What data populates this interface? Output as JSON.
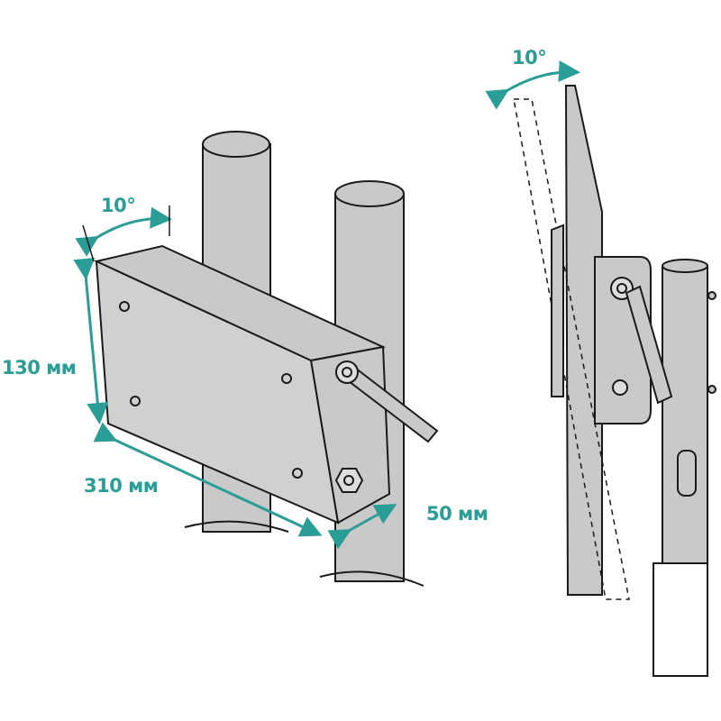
{
  "labels": {
    "height": "130 мм",
    "width": "310 мм",
    "depth": "50 мм",
    "tilt_front": "10°",
    "tilt_side": "10°"
  },
  "colors": {
    "accent": "#2a9d96",
    "metal": "#c9c9c9",
    "outline": "#1a1a1a"
  }
}
